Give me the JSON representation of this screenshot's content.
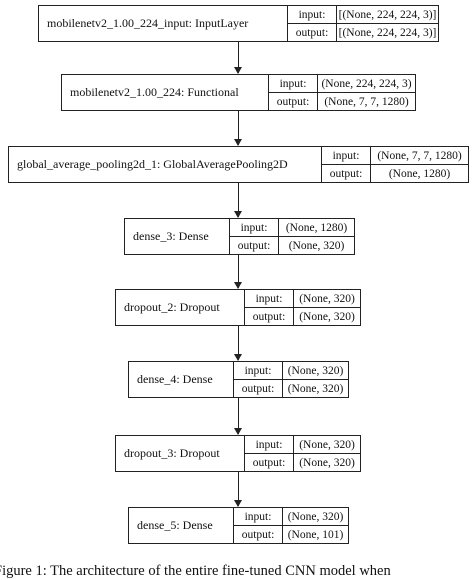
{
  "diagram": {
    "io_labels": {
      "input": "input:",
      "output": "output:"
    },
    "nodes": [
      {
        "name": "mobilenetv2_1.00_224_input: InputLayer",
        "input": "[(None, 224, 224, 3)]",
        "output": "[(None, 224, 224, 3)]"
      },
      {
        "name": "mobilenetv2_1.00_224: Functional",
        "input": "(None, 224, 224, 3)",
        "output": "(None, 7, 7, 1280)"
      },
      {
        "name": "global_average_pooling2d_1: GlobalAveragePooling2D",
        "input": "(None, 7, 7, 1280)",
        "output": "(None, 1280)"
      },
      {
        "name": "dense_3: Dense",
        "input": "(None, 1280)",
        "output": "(None, 320)"
      },
      {
        "name": "dropout_2: Dropout",
        "input": "(None, 320)",
        "output": "(None, 320)"
      },
      {
        "name": "dense_4: Dense",
        "input": "(None, 320)",
        "output": "(None, 320)"
      },
      {
        "name": "dropout_3: Dropout",
        "input": "(None, 320)",
        "output": "(None, 320)"
      },
      {
        "name": "dense_5: Dense",
        "input": "(None, 320)",
        "output": "(None, 101)"
      }
    ]
  },
  "caption": "Figure 1: The architecture of the entire fine-tuned CNN model when"
}
